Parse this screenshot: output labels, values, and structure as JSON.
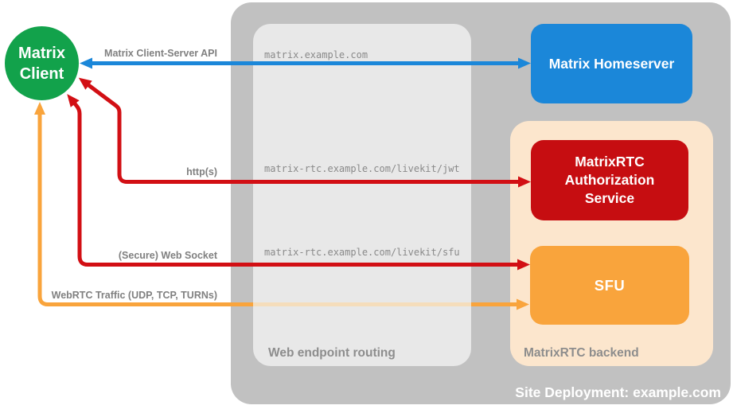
{
  "colors": {
    "green": "#12a24b",
    "blue": "#1b87d9",
    "red": "#d20f14",
    "red_box": "#c60d11",
    "orange": "#f9a43c",
    "orange_pale": "#f5ddbb",
    "peach": "#fce6cd",
    "outer_gray": "#c1c1c1",
    "inner_gray": "#e8e8e8",
    "label_gray": "#808080",
    "caption_gray": "#8d8d8d",
    "mono_gray": "#8a8a8a"
  },
  "nodes": {
    "client": {
      "label": "Matrix Client"
    },
    "homeserver": {
      "label": "Matrix Homeserver"
    },
    "auth": {
      "label": "MatrixRTC Authorization Service"
    },
    "sfu": {
      "label": "SFU"
    }
  },
  "containers": {
    "site": {
      "label": "Site Deployment: example.com"
    },
    "routing": {
      "label": "Web endpoint routing"
    },
    "backend": {
      "label": "MatrixRTC backend"
    }
  },
  "connections": [
    {
      "id": "client-homeserver",
      "label": "Matrix Client-Server API",
      "endpoint": "matrix.example.com",
      "color": "#1b87d9",
      "style": "bidirectional"
    },
    {
      "id": "client-auth-service",
      "label": "http(s)",
      "endpoint": "matrix-rtc.example.com/livekit/jwt",
      "color": "#d20f14",
      "style": "bidirectional"
    },
    {
      "id": "client-sfu-websocket",
      "label": "(Secure) Web Socket",
      "endpoint": "matrix-rtc.example.com/livekit/sfu",
      "color": "#d20f14",
      "style": "bidirectional"
    },
    {
      "id": "client-sfu-webrtc",
      "label": "WebRTC Traffic (UDP, TCP, TURNs)",
      "endpoint": "",
      "color": "#f9a43c",
      "style": "bidirectional"
    }
  ]
}
